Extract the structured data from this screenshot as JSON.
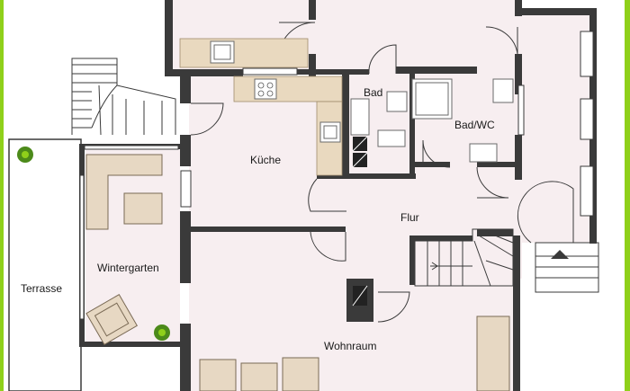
{
  "plan": {
    "rooms": {
      "bad": "Bad",
      "bad_wc": "Bad/WC",
      "kueche": "Küche",
      "flur": "Flur",
      "wintergarten": "Wintergarten",
      "terrasse": "Terrasse",
      "wohnraum": "Wohnraum"
    },
    "colors": {
      "frame": "#8fd01a",
      "wall": "#3a3a3a",
      "floor": "#f7eef0",
      "terrace": "#ffffff",
      "furniture": "#e7d8c3",
      "plant": "#4c8a1a"
    }
  }
}
